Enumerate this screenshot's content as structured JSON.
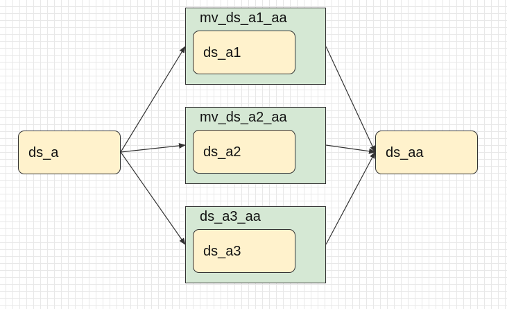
{
  "diagram": {
    "colors": {
      "node_fill": "#fff2cc",
      "group_fill": "#d5e8d4",
      "stroke": "#333333"
    },
    "source": {
      "label": "ds_a"
    },
    "target": {
      "label": "ds_aa"
    },
    "groups": [
      {
        "label": "mv_ds_a1_aa",
        "inner": {
          "label": "ds_a1"
        }
      },
      {
        "label": "mv_ds_a2_aa",
        "inner": {
          "label": "ds_a2"
        }
      },
      {
        "label": "ds_a3_aa",
        "inner": {
          "label": "ds_a3"
        }
      }
    ],
    "edges": [
      {
        "from": "ds_a",
        "to": "mv_ds_a1_aa"
      },
      {
        "from": "ds_a",
        "to": "mv_ds_a2_aa"
      },
      {
        "from": "ds_a",
        "to": "ds_a3_aa"
      },
      {
        "from": "mv_ds_a1_aa",
        "to": "ds_aa"
      },
      {
        "from": "mv_ds_a2_aa",
        "to": "ds_aa"
      },
      {
        "from": "ds_a3_aa",
        "to": "ds_aa"
      }
    ]
  }
}
